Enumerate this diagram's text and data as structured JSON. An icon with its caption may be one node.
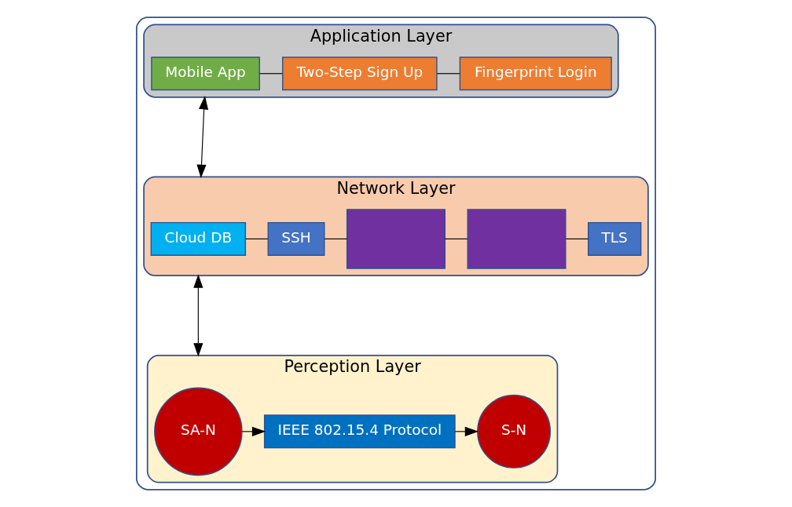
{
  "diagram": {
    "nodes": [
      {
        "text": [],
        "shape": "box"
      },
      {
        "text": [
          "Application Layer"
        ],
        "in": 0
      },
      {
        "text": [
          "Mobile App"
        ],
        "in": 1
      },
      {
        "text": [
          "Two-Step Sign Up"
        ],
        "in": 1
      },
      {
        "text": [
          "Fingerprint Login"
        ],
        "in": 1
      },
      {
        "text": [
          "Network Layer"
        ],
        "in": 0
      },
      {
        "text": [
          "Cloud DB"
        ],
        "in": 5
      },
      {
        "text": [
          "SSH"
        ],
        "in": 5
      },
      {
        "text": [],
        "shape": "box",
        "in": 5
      },
      {
        "text": [],
        "shape": "box",
        "in": 5
      },
      {
        "text": [
          "TLS"
        ],
        "in": 5
      },
      {
        "text": [
          "Perception Layer"
        ],
        "in": 0
      },
      {
        "text": [
          "SA-N"
        ],
        "in": 11
      },
      {
        "text": [
          "IEEE 802.15.4 Protocol"
        ],
        "in": 11
      },
      {
        "text": [
          "S-N"
        ],
        "in": 11
      }
    ],
    "edges": [
      {
        "from": 1,
        "to": 5,
        "arrow": "both"
      },
      {
        "from": 5,
        "to": 11,
        "arrow": "both"
      },
      {
        "from": 2,
        "to": 3,
        "arrow": "none"
      },
      {
        "from": 3,
        "to": 4,
        "arrow": "none"
      },
      {
        "from": 6,
        "to": 7,
        "arrow": "none"
      },
      {
        "from": 7,
        "to": 8,
        "arrow": "none"
      },
      {
        "from": 8,
        "to": 9,
        "arrow": "none"
      },
      {
        "from": 9,
        "to": 10,
        "arrow": "none"
      },
      {
        "from": 12,
        "to": 13,
        "arrow": "to"
      },
      {
        "from": 13,
        "to": 14,
        "arrow": "to"
      }
    ]
  }
}
